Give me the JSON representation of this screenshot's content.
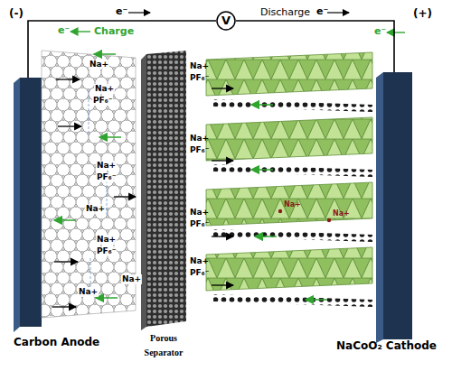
{
  "diagram": {
    "nodes": [
      {
        "text": [
          "V"
        ]
      },
      {
        "text": [
          "Carbon Anode"
        ]
      },
      {
        "text": [
          "Porous Separator"
        ]
      },
      {
        "text": [
          "NaCoO₂ Cathode"
        ]
      }
    ],
    "edges": [
      {
        "from": 1,
        "to": 0,
        "arrow": "none"
      },
      {
        "from": 0,
        "to": 3,
        "arrow": "none"
      }
    ],
    "labels": [
      "(-)",
      "e⁻",
      "Discharge",
      "e⁻",
      "(+)",
      "e⁻",
      "Charge",
      "e⁻",
      "Na+",
      "Na+",
      "PF₆⁻",
      "Na+",
      "PF₆⁻",
      "Na+",
      "Na+",
      "PF₆⁻",
      "Na+",
      "Na+",
      "Na+",
      "PF₆⁻",
      "Na+",
      "PF₆⁻",
      "Na+",
      "PF₆⁻",
      "Na+",
      "PF₆⁻",
      "Na+",
      "Na+"
    ]
  }
}
